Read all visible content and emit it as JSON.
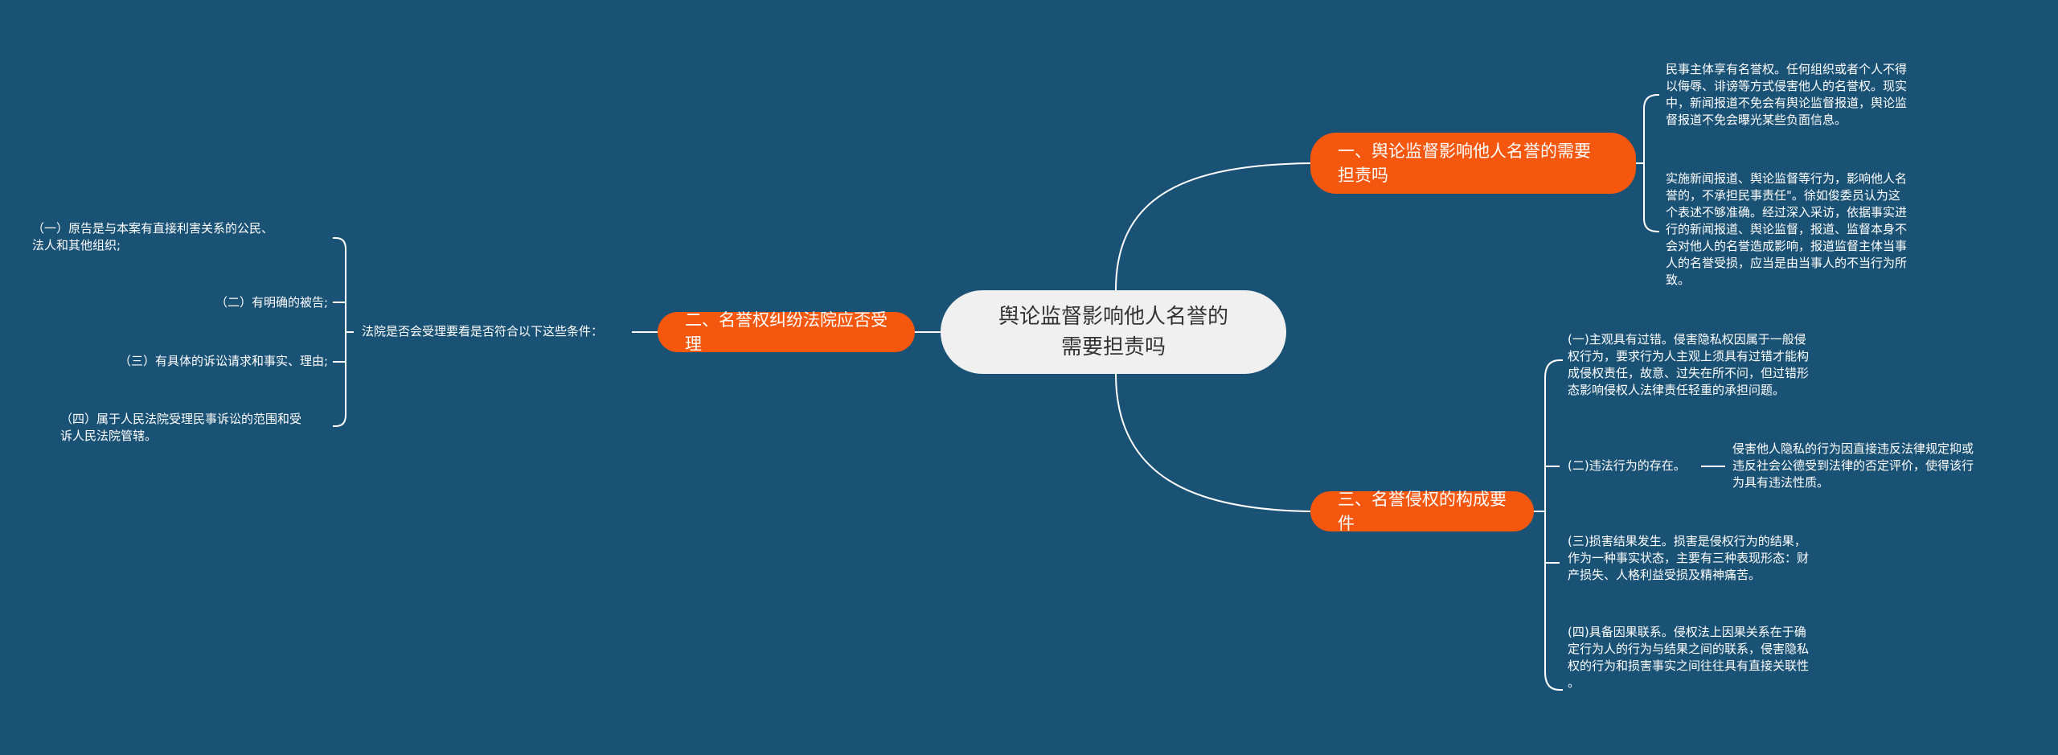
{
  "central": "舆论监督影响他人名誉的\n需要担责吗",
  "branches": {
    "b1": {
      "label": "一、舆论监督影响他人名誉的需要\n担责吗",
      "children": [
        "民事主体享有名誉权。任何组织或者个人不得\n以侮辱、诽谤等方式侵害他人的名誉权。现实\n中，新闻报道不免会有舆论监督报道，舆论监\n督报道不免会曝光某些负面信息。",
        "实施新闻报道、舆论监督等行为，影响他人名\n誉的，不承担民事责任\"。徐如俊委员认为这\n个表述不够准确。经过深入采访，依据事实进\n行的新闻报道、舆论监督，报道、监督本身不\n会对他人的名誉造成影响，报道监督主体当事\n人的名誉受损，应当是由当事人的不当行为所\n致。"
      ]
    },
    "b2": {
      "label": "二、名誉权纠纷法院应否受理",
      "mid": "法院是否会受理要看是否符合以下这些条件：",
      "children": [
        "（一）原告是与本案有直接利害关系的公民、\n法人和其他组织;",
        "（二）有明确的被告;",
        "（三）有具体的诉讼请求和事实、理由;",
        "（四）属于人民法院受理民事诉讼的范围和受\n诉人民法院管辖。"
      ]
    },
    "b3": {
      "label": "三、名誉侵权的构成要件",
      "children": [
        "(一)主观具有过错。侵害隐私权因属于一般侵\n权行为，要求行为人主观上须具有过错才能构\n成侵权责任，故意、过失在所不问，但过错形\n态影响侵权人法律责任轻重的承担问题。",
        "(二)违法行为的存在。",
        "(三)损害结果发生。损害是侵权行为的结果，\n作为一种事实状态，主要有三种表现形态：财\n产损失、人格利益受损及精神痛苦。",
        "(四)具备因果联系。侵权法上因果关系在于确\n定行为人的行为与结果之间的联系，侵害隐私\n权的行为和损害事实之间往往具有直接关联性\n。"
      ],
      "sub": "侵害他人隐私的行为因直接违反法律规定抑或\n违反社会公德受到法律的否定评价，使得该行\n为具有违法性质。"
    }
  },
  "colors": {
    "background": "#1a5276",
    "branch": "#f5570f",
    "central": "#f0f0f0",
    "line": "#ffffff"
  }
}
